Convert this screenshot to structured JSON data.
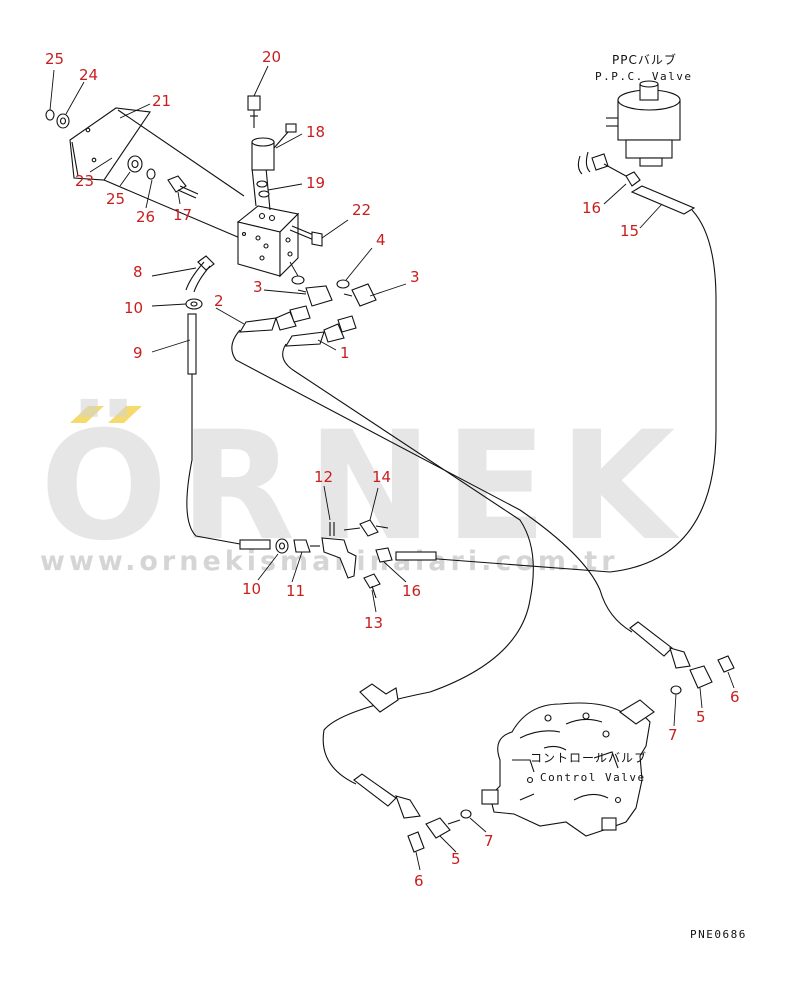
{
  "labels": {
    "ppc_valve_jp": "PPCバルブ",
    "ppc_valve_en": "P.P.C. Valve",
    "control_valve_jp": "コントロールバルブ",
    "control_valve_en": "Control Valve",
    "drawing_code": "PNE0686"
  },
  "watermark": {
    "brand": "ÖRNEK",
    "url": "www.ornekismakinalari.com.tr",
    "accent_color": "#f2d24a",
    "text_color": "#cfcfcf"
  },
  "callout_color": "#c81e1e",
  "callouts": {
    "c1": "1",
    "c2": "2",
    "c3a": "3",
    "c3b": "3",
    "c4": "4",
    "c5a": "5",
    "c5b": "5",
    "c6a": "6",
    "c6b": "6",
    "c7a": "7",
    "c7b": "7",
    "c8": "8",
    "c9": "9",
    "c10a": "10",
    "c10b": "10",
    "c11": "11",
    "c12": "12",
    "c13": "13",
    "c14": "14",
    "c15": "15",
    "c16a": "16",
    "c16b": "16",
    "c17": "17",
    "c18": "18",
    "c19": "19",
    "c20": "20",
    "c21": "21",
    "c22": "22",
    "c23": "23",
    "c24": "24",
    "c25a": "25",
    "c25b": "25",
    "c26": "26"
  }
}
